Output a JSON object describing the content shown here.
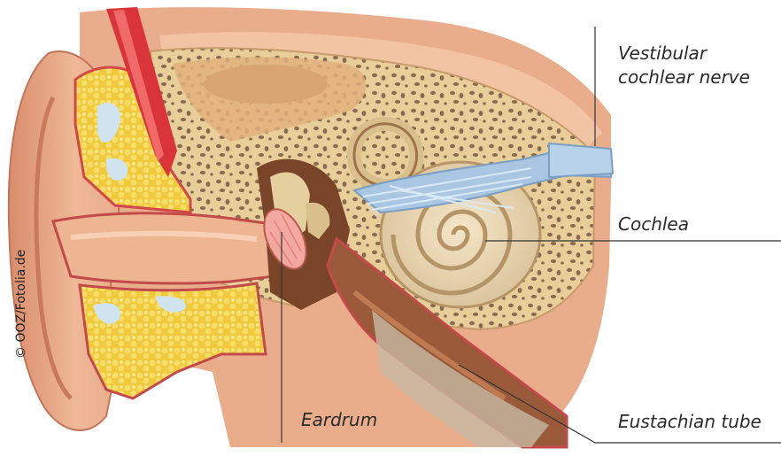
{
  "labels": {
    "vestibular_line1": "Vestibular",
    "vestibular_line2": "cochlear nerve",
    "cochlea": "Cochlea",
    "eardrum": "Eardrum",
    "eustachian_tube": "Eustachian tube"
  },
  "credit": "© OOZ/Fotolia.de",
  "colors": {
    "skin": "#e9ad8c",
    "skin_dark": "#cf8466",
    "bone": "#e8cf9a",
    "bone_pores": "#8a6a52",
    "fat": "#f4d34a",
    "nerve": "#a9c7e3",
    "muscle": "#d8343a",
    "mucosa": "#c24a4a",
    "tube": "#9a5a3a",
    "cochlea": "#e6d3b0",
    "leader_line": "#333333"
  }
}
